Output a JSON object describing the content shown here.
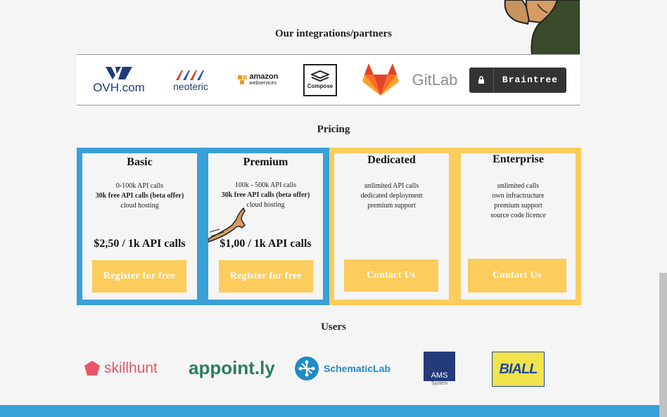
{
  "partners": {
    "title": "Our integrations/partners",
    "logos": {
      "ovh": "OVH.com",
      "neoteric": "neoteric",
      "amazon_main": "amazon",
      "amazon_sub": "webservices",
      "compose": "Compose",
      "gitlab": "GitLab",
      "braintree": "Braintree"
    }
  },
  "pricing": {
    "title": "Pricing",
    "plans": [
      {
        "name": "Basic",
        "lines": [
          "0-100k API calls",
          "30k free API calls (beta offer)",
          "cloud hosting"
        ],
        "price": "$2,50 / 1k API calls",
        "cta": "Register for free"
      },
      {
        "name": "Premium",
        "lines": [
          "100k - 500k API calls",
          "30k free API calls (beta offer)",
          "cloud hosting"
        ],
        "price": "$1,00 / 1k API calls",
        "cta": "Register for free"
      },
      {
        "name": "Dedicated",
        "lines": [
          "unlimited API calls",
          "dedicated deployment",
          "premium support"
        ],
        "cta": "Contact Us"
      },
      {
        "name": "Enterprise",
        "lines": [
          "unlimited calls",
          "own infractructure",
          "premium support",
          "source code licence"
        ],
        "cta": "Contact Us"
      }
    ]
  },
  "users": {
    "title": "Users",
    "logos": {
      "skillhunt": "skillhunt",
      "appointly": "appoint.ly",
      "schematiclab": "SchematicLab",
      "ams": "AMS",
      "ams_sub": "System",
      "biall": "BIALL"
    }
  },
  "colors": {
    "blue": "#3aa0d8",
    "yellow": "#fccc5c",
    "dark": "#333333"
  }
}
